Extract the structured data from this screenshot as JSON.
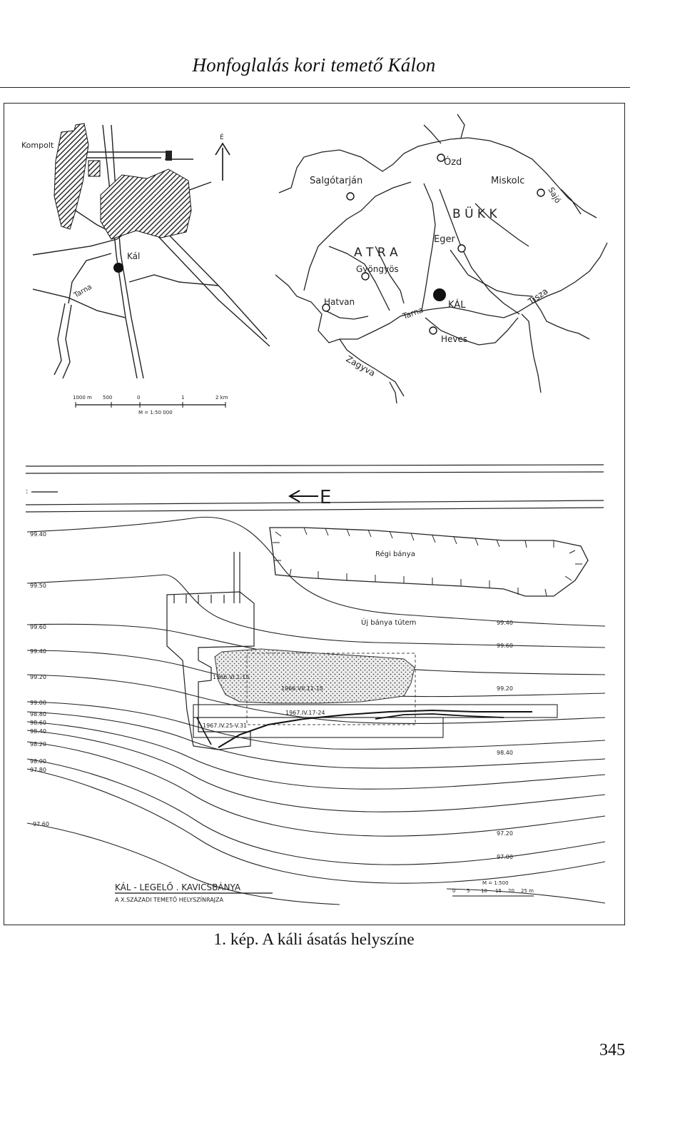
{
  "header": {
    "title": "Honfoglalás kori temető Kálon"
  },
  "figure": {
    "overview_map": {
      "towns": {
        "kompolt": "Kompolt",
        "kal": "Kál"
      },
      "river_tarna": "Tarna",
      "north_label": "É",
      "scale_labels": [
        "1000 m",
        "500",
        "0",
        "1",
        "2 km"
      ],
      "scale_ratio": "M = 1:50 000"
    },
    "regional_map": {
      "towns": {
        "ozd": "Ózd",
        "miskolc": "Miskolc",
        "salgotarjan": "Salgótarján",
        "gyongyos": "Gyöngyös",
        "eger": "Eger",
        "hatvan": "Hatvan",
        "kal": "KÁL",
        "heves": "Heves"
      },
      "mountains": {
        "bukk": "B Ü K K",
        "matra": "A T R A"
      },
      "rivers": {
        "sajo": "Sajó",
        "tisza": "Tisza",
        "tarna": "Tarna",
        "zagyva": "Zagyva"
      }
    },
    "site_plan": {
      "north_arrow": "E",
      "old_quarry": "Régi bánya",
      "new_quarry": "Új bánya tútem",
      "left_contours": [
        "99.40",
        "99.50",
        "99.60",
        "99.40",
        "99.20",
        "99.00",
        "98.80",
        "98.60",
        "98.40",
        "98.20",
        "98.00",
        "97.80",
        "97.60"
      ],
      "right_contours": [
        "99.40",
        "99.60",
        "99.20",
        "98.40",
        "97.20",
        "97.00"
      ],
      "excavations": [
        "1966.VII.11-15",
        "1966.VI.1-15",
        "1967.IV.17-24",
        "1967.IV.25-V.31"
      ],
      "title_main": "KÁL - LEGELŐ . KAVICSBÁNYA",
      "title_sub": "A X.SZÁZADI TEMETŐ HELYSZÍNRAJZA",
      "scale_ratio": "M = 1:500",
      "scale_labels": [
        "0",
        "5",
        "10",
        "15",
        "20",
        "25 m"
      ]
    }
  },
  "caption": "1. kép. A káli ásatás helyszíne",
  "page_number": "345"
}
